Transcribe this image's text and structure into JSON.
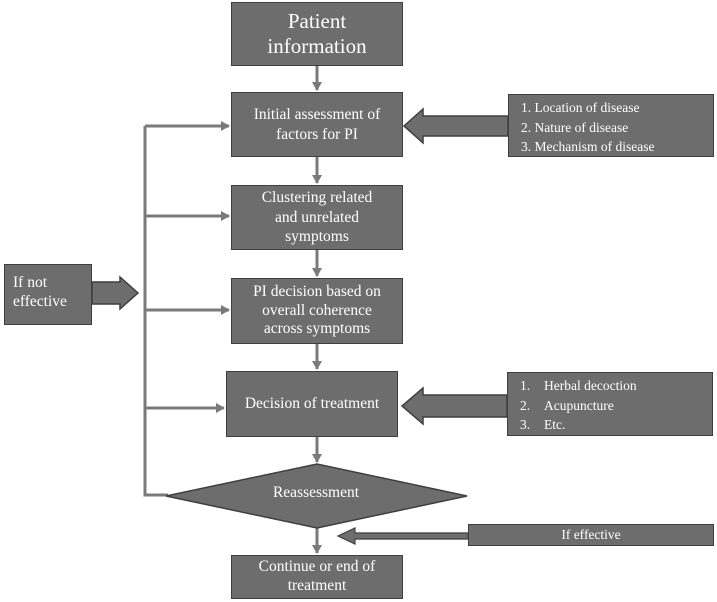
{
  "nodes": {
    "patient_info": [
      "Patient",
      "information"
    ],
    "initial_assessment": [
      "Initial assessment of",
      "factors for PI"
    ],
    "clustering": [
      "Clustering related",
      "and unrelated",
      "symptoms"
    ],
    "pi_decision": [
      "PI decision based on",
      "overall coherence",
      "across symptoms"
    ],
    "treatment_decision": "Decision of treatment",
    "reassessment": "Reassessment",
    "continue_or_end": [
      "Continue or end of",
      "treatment"
    ]
  },
  "factors_list": [
    "1. Location of disease",
    "2. Nature of disease",
    "3. Mechanism of disease"
  ],
  "treatment_list": [
    {
      "num": "1.",
      "text": "Herbal decoction"
    },
    {
      "num": "2.",
      "text": "Acupuncture"
    },
    {
      "num": "3.",
      "text": "Etc."
    }
  ],
  "if_not_effective": [
    "If not",
    "effective"
  ],
  "if_effective": "If effective",
  "colors": {
    "box_fill": "#6d6d6d",
    "box_border": "#3f3f3f",
    "arrow": "#7a7a7a",
    "text": "#ffffff"
  }
}
